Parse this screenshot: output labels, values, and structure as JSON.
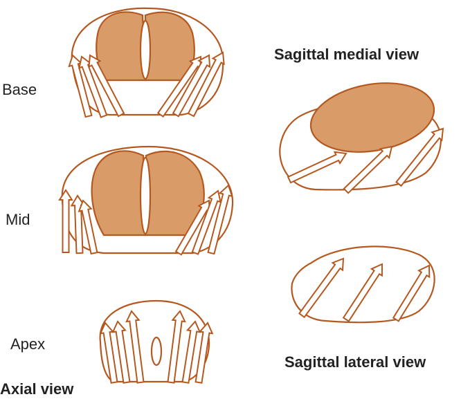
{
  "labels": {
    "base": "Base",
    "mid": "Mid",
    "apex": "Apex",
    "axial_view": "Axial view",
    "sagittal_medial_view": "Sagittal medial view",
    "sagittal_lateral_view": "Sagittal lateral view"
  },
  "colors": {
    "outline": "#b5581f",
    "fill": "#d99c69",
    "background": "#ffffff",
    "text": "#222222"
  }
}
